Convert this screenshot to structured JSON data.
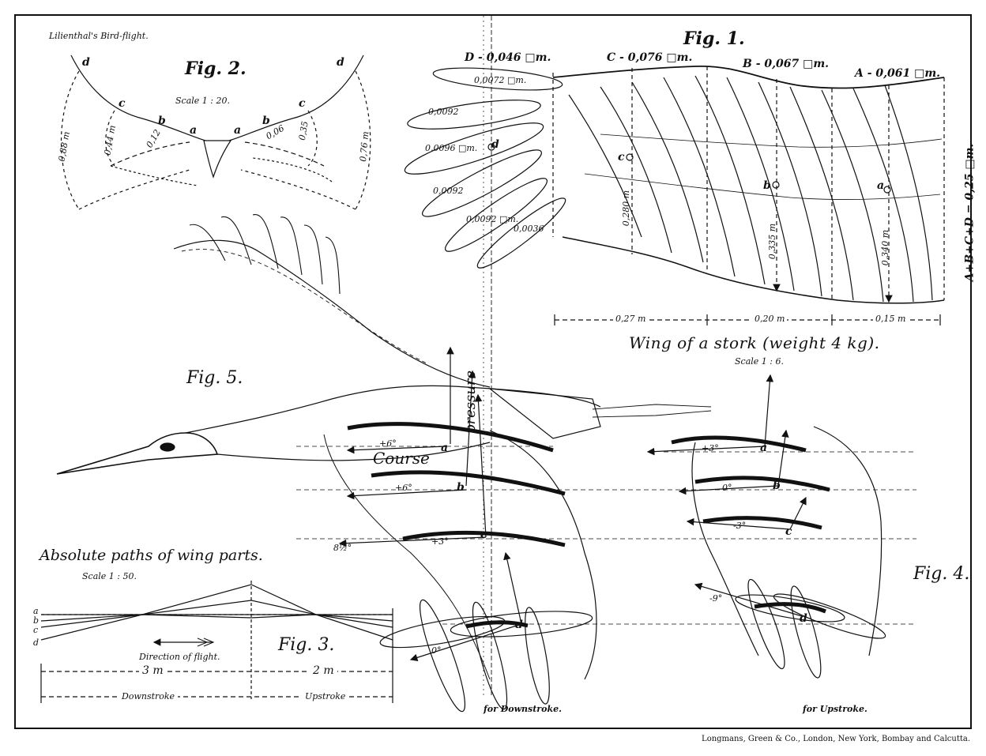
{
  "header": {
    "series_title": "Lilienthal's Bird-flight."
  },
  "fig1": {
    "title": "Fig. 1.",
    "section_areas": {
      "D": "D - 0,046 □m.",
      "C": "C - 0,076 □m.",
      "B": "B - 0,067 □m.",
      "A": "A - 0,061 □m."
    },
    "feather_areas": [
      "0,0072 □m.",
      "0,0092",
      "0,0096 □m.",
      "0,0092",
      "0,0092 □m.",
      "0,0036"
    ],
    "point_labels": [
      "d",
      "c",
      "b",
      "a"
    ],
    "chord_lengths": [
      "0,280 m",
      "0,335 m",
      "0,340 m"
    ],
    "span_dims": [
      "0,27 m",
      "0,20 m",
      "0,15 m"
    ],
    "total_area": "A+B+C+D = 0,25 □m.",
    "caption": "Wing of a stork (weight 4 kg).",
    "scale": "Scale 1 : 6."
  },
  "fig2": {
    "title": "Fig. 2.",
    "scale": "Scale 1 : 20.",
    "letters_left": [
      "d",
      "c",
      "b",
      "a"
    ],
    "letters_right": [
      "a",
      "b",
      "c",
      "d"
    ],
    "dims": [
      "0,88 m",
      "0,44 m",
      "0,12",
      "0,06",
      "0,35",
      "0,76 m"
    ]
  },
  "fig3": {
    "heading": "Absolute paths of wing parts.",
    "scale": "Scale 1 : 50.",
    "title": "Fig. 3.",
    "letters": [
      "a",
      "b",
      "c",
      "d"
    ],
    "direction": "Direction of flight.",
    "dist_left": "3 m",
    "dist_right": "2 m",
    "downstroke": "Downstroke",
    "upstroke": "Upstroke"
  },
  "fig4": {
    "title": "Fig. 4.",
    "angles": [
      "+3°",
      "0°",
      "-3°",
      "-9°"
    ],
    "letters": [
      "a",
      "b",
      "c",
      "d"
    ],
    "caption": "for Upstroke."
  },
  "fig5": {
    "title": "Fig. 5.",
    "pressure": "pressure",
    "course": "Course",
    "angles": [
      "+6°",
      "+6°",
      "+3°",
      "8½°",
      "0°"
    ],
    "letters": [
      "a",
      "b",
      "c",
      "d"
    ],
    "caption": "for Downstroke."
  },
  "footer": {
    "publisher": "Longmans, Green & Co., London, New York, Bombay and Calcutta."
  }
}
